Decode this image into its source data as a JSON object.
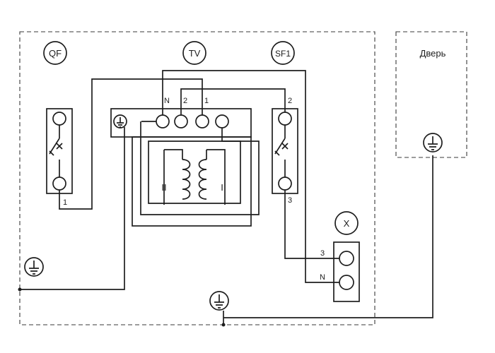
{
  "labels": {
    "qf": "QF",
    "tv": "TV",
    "sf1": "SF1",
    "x": "X",
    "door": "Дверь"
  },
  "transformer_terminals": {
    "n": "N",
    "t2": "2",
    "t1": "1"
  },
  "winding_labels": {
    "secondary": "II",
    "primary": "I"
  },
  "sf1_terminals": {
    "top": "2",
    "bottom": "3"
  },
  "qf_terminals": {
    "bottom": "1"
  },
  "x_terminals": {
    "top": "3",
    "bottom": "N"
  },
  "icons": [
    "ground-icon",
    "breaker-switch-icon",
    "coil-icon",
    "terminal-icon"
  ]
}
